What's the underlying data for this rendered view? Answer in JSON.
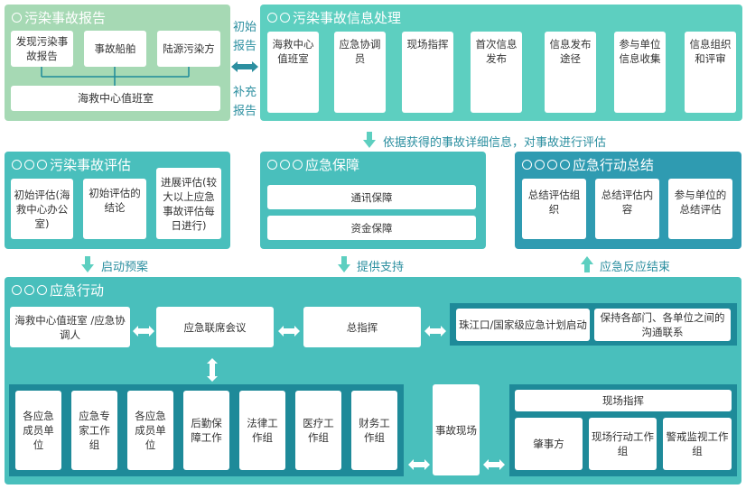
{
  "report": {
    "title": "污染事故报告",
    "items": [
      "发现污染事故报告",
      "事故船舶",
      "陆源污染方"
    ],
    "bottom": "海救中心值班室"
  },
  "side_labels": {
    "initial": "初始报告",
    "supplement": "补充报告"
  },
  "info": {
    "title": "污染事故信息处理",
    "items": [
      "海救中心值班室",
      "应急协调员",
      "现场指挥",
      "首次信息发布",
      "信息发布途径",
      "参与单位信息收集",
      "信息组织和评审"
    ]
  },
  "flow_labels": {
    "detail": "依据获得的事故详细信息，对事故进行评估",
    "start_plan": "启动预案",
    "support": "提供支持",
    "end": "应急反应结束"
  },
  "assess": {
    "title": "污染事故评估",
    "items": [
      "初始评估(海救中心办公室)",
      "初始评估的结论",
      "进展评估(较大以上应急事故评估每日进行)"
    ]
  },
  "guarantee": {
    "title": "应急保障",
    "items": [
      "通讯保障",
      "资金保障"
    ]
  },
  "summary": {
    "title": "应急行动总结",
    "items": [
      "总结评估组织",
      "总结评估内容",
      "参与单位的总结评估"
    ]
  },
  "action": {
    "title": "应急行动",
    "top_row": {
      "coordinator": "海救中心值班室 /应急协调人",
      "meeting": "应急联席会议",
      "command": "总指挥",
      "launch": "珠江口/国家级应急计划启动",
      "contact": "保持各部门、各单位之间的沟通联系"
    },
    "groups": [
      "各应急成员单位",
      "应急专家工作组",
      "各应急成员单位",
      "后勤保障工作",
      "法律工作组",
      "医疗工作组",
      "财务工作组"
    ],
    "scene": "事故现场",
    "site_command": "现场指挥",
    "site_items": [
      "肇事方",
      "现场行动工作组",
      "警戒监视工作组"
    ]
  }
}
